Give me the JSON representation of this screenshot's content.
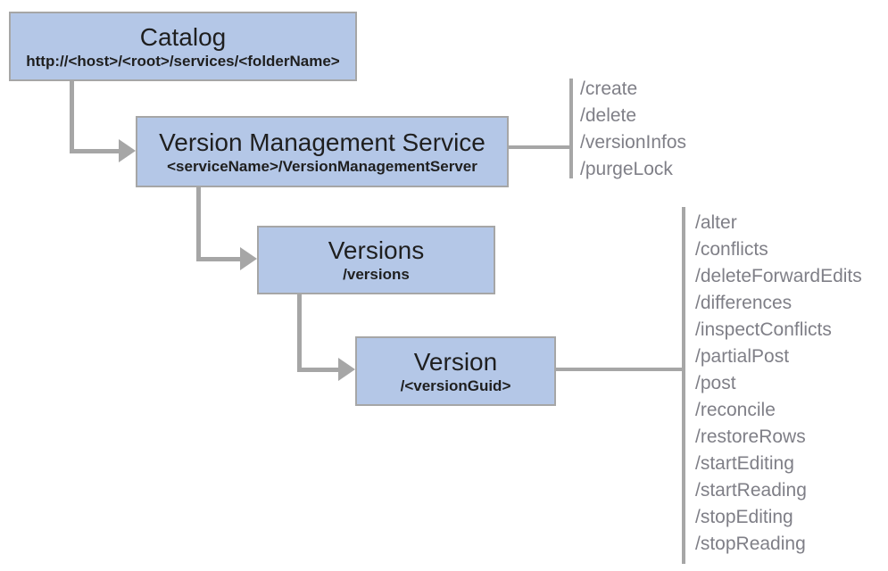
{
  "diagram": {
    "nodes": {
      "catalog": {
        "title": "Catalog",
        "subtitle": "http://<host>/<root>/services/<folderName>"
      },
      "vms": {
        "title": "Version Management Service",
        "subtitle": "<serviceName>/VersionManagementServer"
      },
      "versions": {
        "title": "Versions",
        "subtitle": "/versions"
      },
      "version": {
        "title": "Version",
        "subtitle": "/<versionGuid>"
      }
    },
    "vms_operations": [
      "/create",
      "/delete",
      "/versionInfos",
      "/purgeLock"
    ],
    "version_operations": [
      "/alter",
      "/conflicts",
      "/deleteForwardEdits",
      "/differences",
      "/inspectConflicts",
      "/partialPost",
      "/post",
      "/reconcile",
      "/restoreRows",
      "/startEditing",
      "/startReading",
      "/stopEditing",
      "/stopReading"
    ],
    "colors": {
      "node_fill": "#b4c7e7",
      "node_border": "#a6a6a6",
      "connector": "#a6a6a6",
      "operation_text": "#7f7f87",
      "node_text": "#1f1f1f"
    }
  }
}
